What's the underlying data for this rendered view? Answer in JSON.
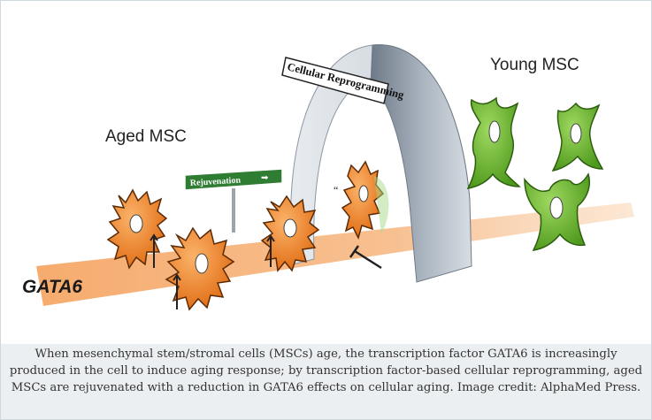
{
  "labels": {
    "young_msc": "Young MSC",
    "aged_msc": "Aged MSC",
    "arch_sign": "Cellular Reprogramming",
    "road_sign": "Rejuvenation",
    "gata6": "GATA6"
  },
  "caption": "When mesenchymal stem/stromal cells (MSCs) age, the transcription factor GATA6 is increasingly produced in the cell to induce aging response; by transcription factor-based cellular reprogramming, aged MSCs are rejuvenated with a reduction in GATA6 effects on cellular aging. Image credit: AlphaMed Press.",
  "colors": {
    "band": "#f6b178",
    "aged_cell": "#f07d1f",
    "young_cell": "#6dba2f",
    "arch": "#8f9aa7",
    "sign_green": "#2e7d32"
  }
}
